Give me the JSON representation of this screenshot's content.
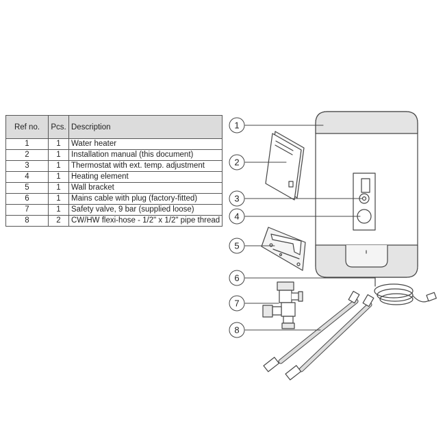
{
  "table": {
    "headers": [
      "Ref no.",
      "Pcs.",
      "Description"
    ],
    "rows": [
      [
        "1",
        "1",
        "Water heater"
      ],
      [
        "2",
        "1",
        "Installation manual (this document)"
      ],
      [
        "3",
        "1",
        "Thermostat with ext. temp. adjustment"
      ],
      [
        "4",
        "1",
        "Heating element"
      ],
      [
        "5",
        "1",
        "Wall bracket"
      ],
      [
        "6",
        "1",
        "Mains cable with plug (factory-fitted)"
      ],
      [
        "7",
        "1",
        "Safety valve, 9 bar (supplied loose)"
      ],
      [
        "8",
        "2",
        "CW/HW flexi-hose - 1/2\" x 1/2\" pipe thread"
      ]
    ]
  },
  "callouts": [
    "1",
    "2",
    "3",
    "4",
    "5",
    "6",
    "7",
    "8"
  ]
}
